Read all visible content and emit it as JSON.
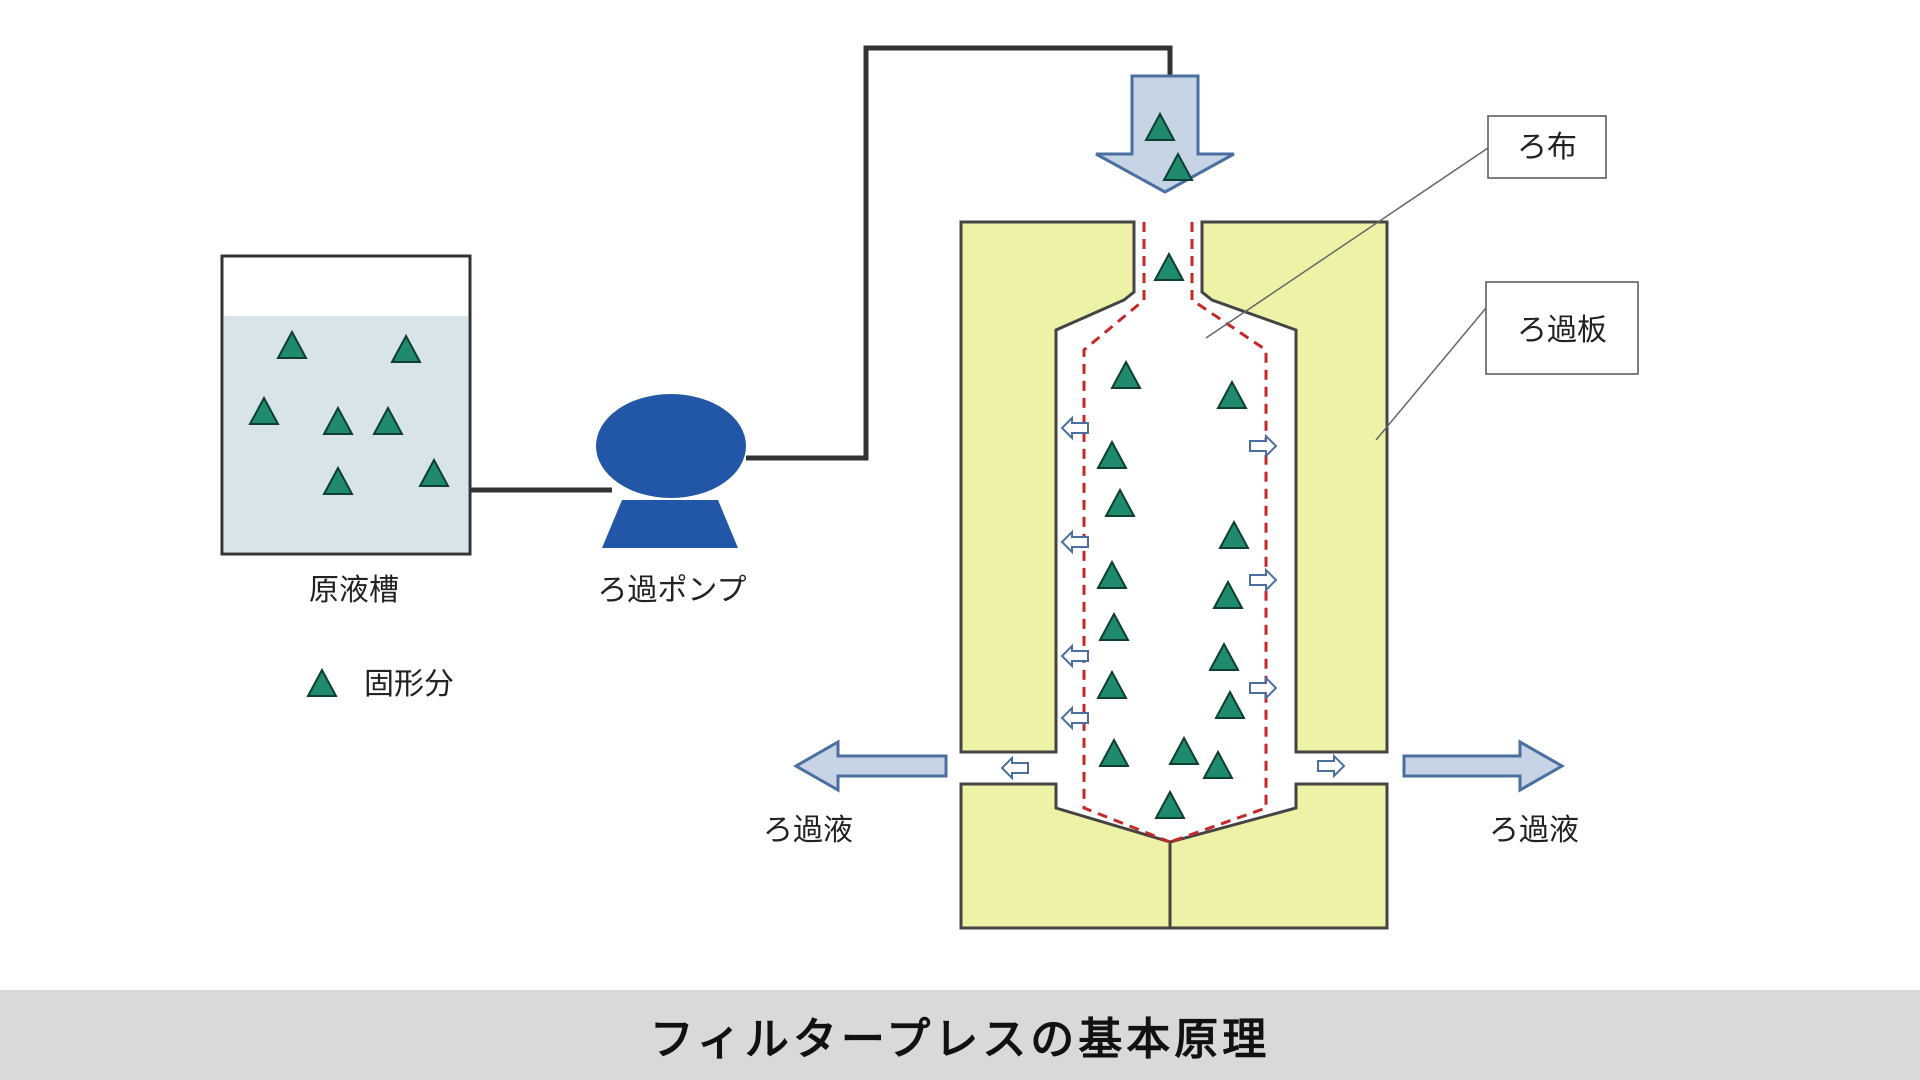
{
  "labels": {
    "tank": "原液槽",
    "pump": "ろ過ポンプ",
    "legend": "固形分",
    "cloth": "ろ布",
    "plate": "ろ過板",
    "filtrate_left": "ろ過液",
    "filtrate_right": "ろ過液"
  },
  "caption": "フィルタープレスの基本原理",
  "colors": {
    "solid": "#1f8a6e",
    "pump": "#2257a8",
    "plate": "#eef2a7",
    "tank_liquid": "#d9e3ea",
    "cloth_line": "#c62828",
    "arrow_fill": "#c7d4e6",
    "arrow_stroke": "#4a6fa0"
  },
  "icons": {
    "solid": "triangle-icon",
    "flow": "arrow-icon"
  }
}
